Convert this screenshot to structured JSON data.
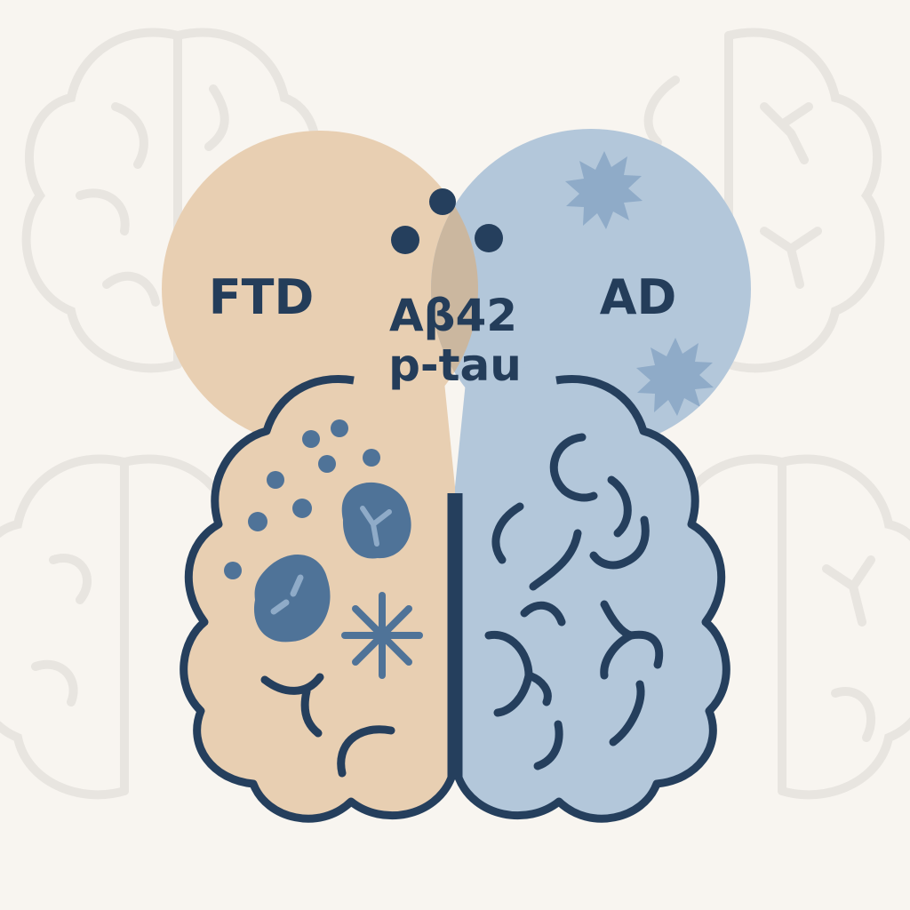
{
  "labels": {
    "left": "FTD",
    "right": "AD",
    "overlap_line1": "Aβ42",
    "overlap_line2": "p-tau"
  },
  "colors": {
    "background": "#f8f5f0",
    "ftd_fill": "#e8cfb2",
    "ad_fill": "#b3c7da",
    "overlap_fill": "#cbb79f",
    "outline": "#253f5d",
    "accent_blue": "#4f7398",
    "pathology_light": "#8fabc8",
    "watermark": "#e7e4df"
  },
  "icons": {
    "left_half_icon": "brain-left-hemisphere",
    "right_half_icon": "brain-right-hemisphere",
    "overlap_dots": "protein-aggregate-dots",
    "ad_marks": "amyloid-plaque-splat",
    "background_icon": "brain-outline-watermark"
  }
}
